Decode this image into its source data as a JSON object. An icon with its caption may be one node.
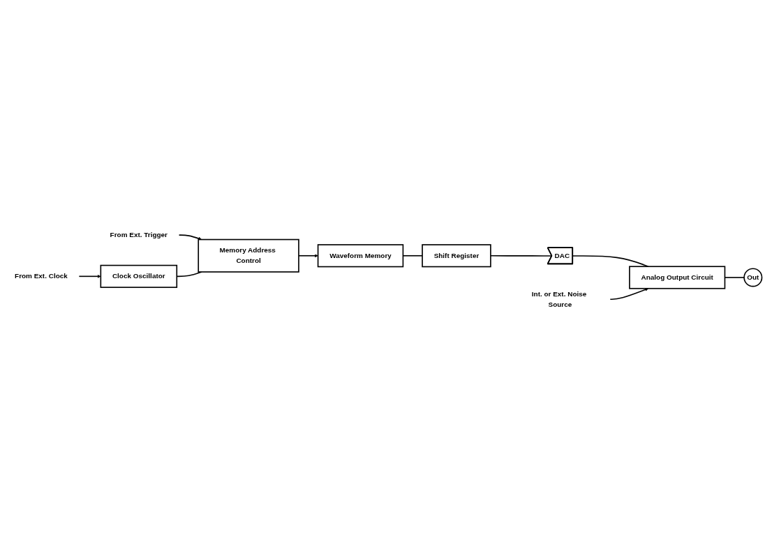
{
  "diagram": {
    "nodes": [
      {
        "text": [
          "Waveform Memory"
        ]
      },
      {
        "text": [
          "Shift Register"
        ]
      },
      {
        "text": [
          "DAC"
        ]
      },
      {
        "text": [
          "Analog Output Circuit"
        ]
      },
      {
        "text": [
          "Out"
        ]
      },
      {
        "text": [
          "Int. or Ext. Noise Source"
        ]
      },
      {
        "text": [
          "Memory Address Control"
        ]
      },
      {
        "text": [
          "From Ext. Trigger"
        ]
      },
      {
        "text": [
          "Clock Oscillator"
        ]
      },
      {
        "text": [
          "From Ext. Clock"
        ]
      }
    ],
    "edges": [
      {
        "from": 0,
        "to": 1,
        "arrow": "none"
      },
      {
        "from": 1,
        "to": 2,
        "arrow": "none"
      },
      {
        "from": 2,
        "to": 3,
        "arrow": "none"
      },
      {
        "from": 3,
        "to": 4,
        "arrow": "none"
      },
      {
        "from": 5,
        "to": 3,
        "arrow": "to"
      },
      {
        "from": 6,
        "to": 0,
        "arrow": "to"
      },
      {
        "from": 7,
        "to": 6,
        "arrow": "to"
      },
      {
        "from": 8,
        "to": 6,
        "arrow": "none"
      },
      {
        "from": 9,
        "to": 8,
        "arrow": "to"
      }
    ]
  }
}
